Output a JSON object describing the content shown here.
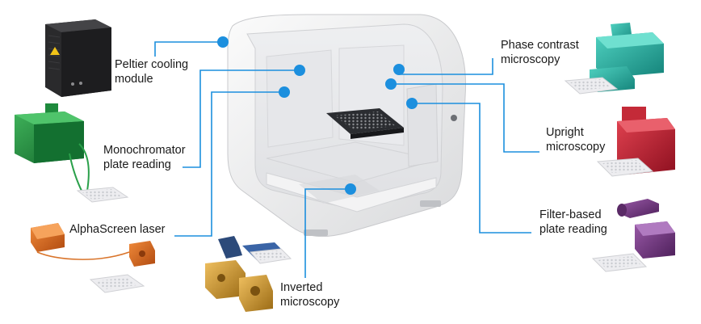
{
  "diagram": {
    "accent_color": "#1c8fde",
    "labels": {
      "peltier": [
        "Peltier cooling",
        "module"
      ],
      "monochromator": [
        "Monochromator",
        "plate reading"
      ],
      "alphascreen": [
        "AlphaScreen laser"
      ],
      "inverted": [
        "Inverted",
        "microscopy"
      ],
      "phase_contrast": [
        "Phase contrast",
        "microscopy"
      ],
      "upright": [
        "Upright",
        "microscopy"
      ],
      "filter_based": [
        "Filter-based",
        "plate reading"
      ]
    }
  }
}
